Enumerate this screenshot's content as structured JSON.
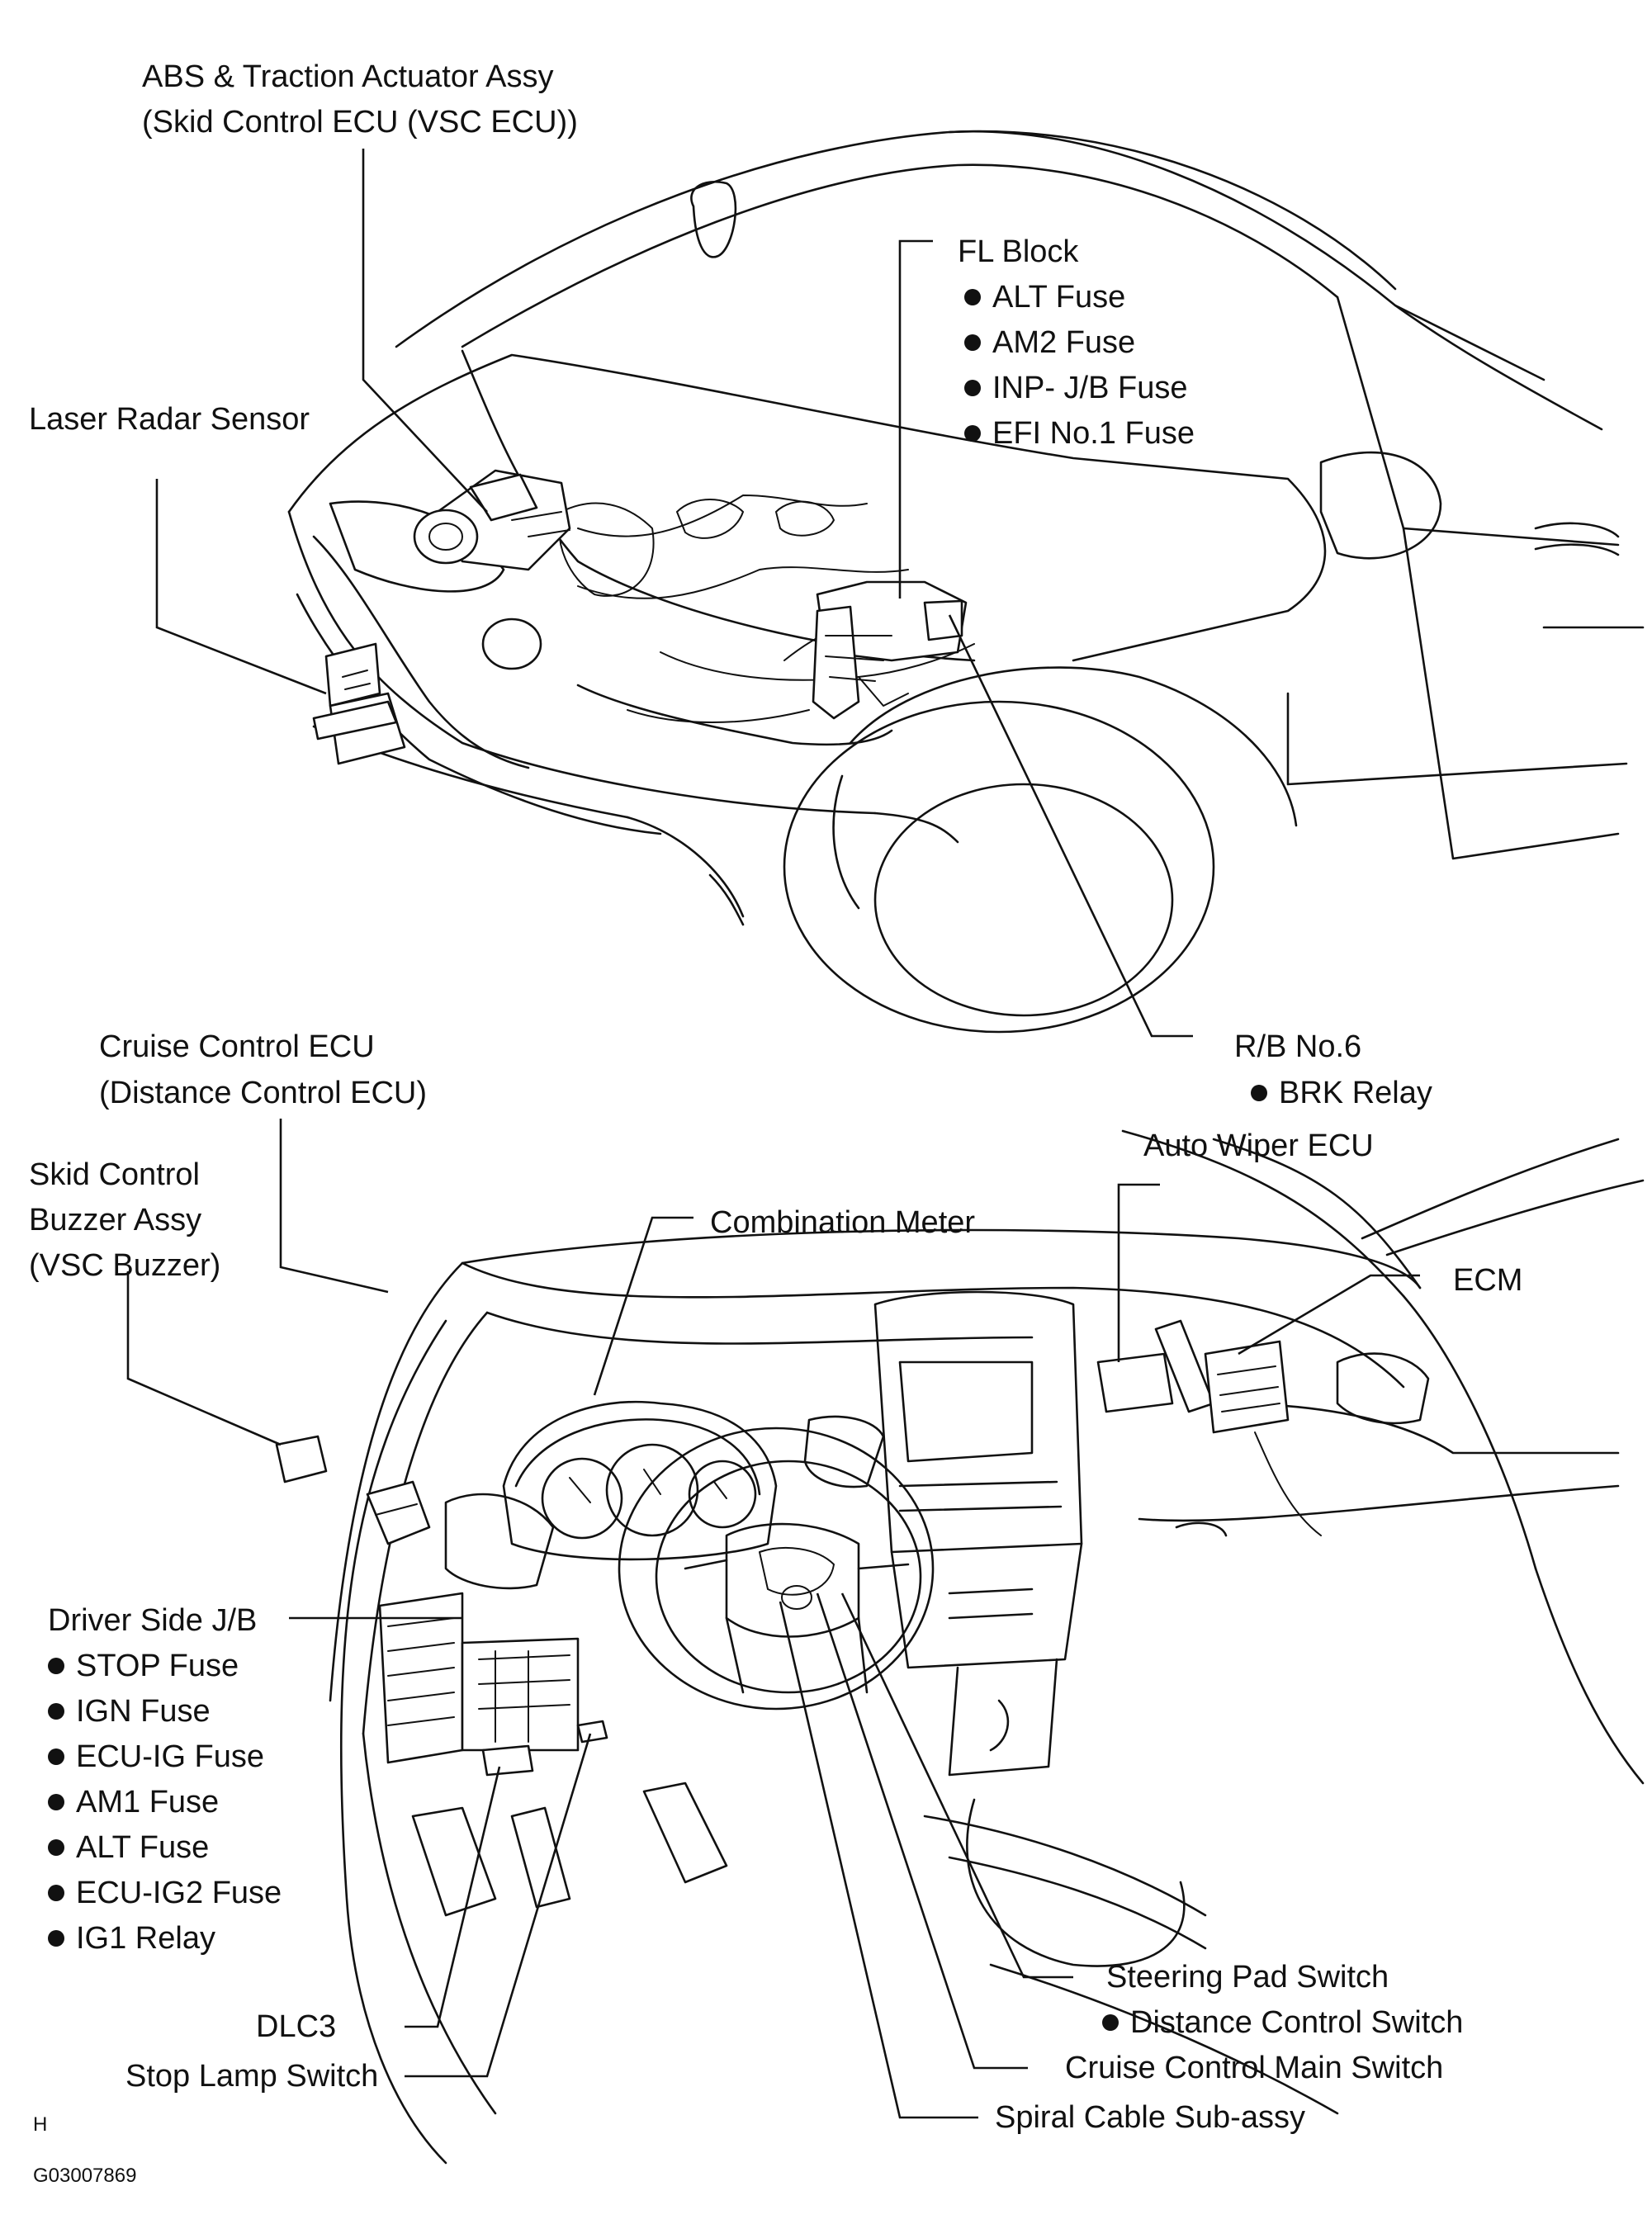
{
  "labels": {
    "abs_line1": "ABS & Traction Actuator Assy",
    "abs_line2": "(Skid Control ECU (VSC ECU))",
    "laser_radar": "Laser Radar Sensor",
    "fl_block": "FL Block",
    "fl_items": [
      "ALT Fuse",
      "AM2 Fuse",
      "INP- J/B Fuse",
      "EFI No.1 Fuse"
    ],
    "cruise_ecu_line1": "Cruise Control ECU",
    "cruise_ecu_line2": "(Distance Control ECU)",
    "rb6": "R/B No.6",
    "rb6_items": [
      "BRK Relay"
    ],
    "buzzer_line1": "Skid Control",
    "buzzer_line2": "Buzzer Assy",
    "buzzer_line3": "(VSC Buzzer)",
    "auto_wiper": "Auto Wiper ECU",
    "combination_meter": "Combination Meter",
    "ecm": "ECM",
    "driver_jb": "Driver Side J/B",
    "driver_jb_items": [
      "STOP Fuse",
      "IGN Fuse",
      "ECU-IG Fuse",
      "AM1 Fuse",
      "ALT Fuse",
      "ECU-IG2 Fuse",
      "IG1 Relay"
    ],
    "steering_pad": "Steering Pad Switch",
    "steering_pad_items": [
      "Distance Control Switch"
    ],
    "dlc3": "DLC3",
    "cruise_main_switch": "Cruise Control Main Switch",
    "stop_lamp": "Stop Lamp Switch",
    "spiral_cable": "Spiral Cable Sub-assy",
    "view_code": "H",
    "figure_id": "G03007869"
  }
}
